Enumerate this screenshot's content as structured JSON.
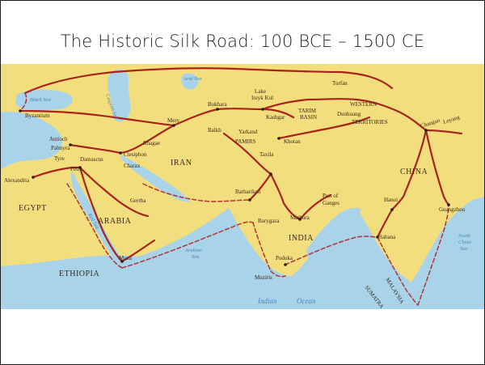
{
  "slide": {
    "title": "The Historic Silk Road: 100 BCE – 1500 CE"
  },
  "colors": {
    "land": "#f3de7e",
    "water": "#a9d3e8",
    "route": "#a6241c",
    "sea_route": "#b0343c"
  },
  "map": {
    "regions": {
      "egypt": "EGYPT",
      "arabia": "ARABIA",
      "ethiopia": "ETHIOPIA",
      "iran": "IRAN",
      "india": "INDIA",
      "china": "CHINA",
      "western_territories": "WESTERN",
      "western_territories_2": "TERRITORIES",
      "tarim": "TARIM",
      "tarim_2": "BASIN",
      "pamirs": "PAMIRS",
      "malaysia": "MALAYSIA",
      "sumatra": "SUMATRA"
    },
    "cities": {
      "byzantium": "Byzantium",
      "antioch": "Antioch",
      "palmyra": "Palmyra",
      "tyre": "Tyre",
      "damascus": "Damascus",
      "petra": "Petra",
      "alexandria": "Alexandria",
      "ctesiphon": "Ctesiphon",
      "charax": "Charax",
      "rhagae": "Rhagae",
      "merv": "Merv",
      "bukhara": "Bukhara",
      "balkh": "Balkh",
      "yarkand": "Yarkand",
      "taxila": "Taxila",
      "kashgar": "Kashgar",
      "khotan": "Khotan",
      "lake_issyk": "Lake",
      "lake_issyk_2": "Issyk Kul",
      "turfan": "Turfan",
      "dunhuang": "Dunhuang",
      "changan": "Changan",
      "loyang": "Loyang",
      "gerrha": "Gerrha",
      "barbarikon": "Barbarikon",
      "mathura": "Mathura",
      "barygaza": "Barygaza",
      "port_of_ganges": "Port of",
      "port_of_ganges_2": "Ganges",
      "hanoi": "Hanoi",
      "guangzhou": "Guangzhou",
      "sabana": "Sabana",
      "poduka": "Poduka",
      "muziris": "Muziris",
      "muza": "Muza"
    },
    "seas": {
      "black_sea": "Black Sea",
      "caspian_sea": "Caspian Sea",
      "aral_sea": "Aral Sea",
      "arabian_sea": "Arabian",
      "arabian_sea_2": "Sea",
      "south_china_sea": "South",
      "south_china_sea_2": "China",
      "south_china_sea_3": "Sea",
      "indian_ocean": "Indian",
      "indian_ocean_2": "Ocean",
      "red_sea": "Red Sea"
    }
  }
}
